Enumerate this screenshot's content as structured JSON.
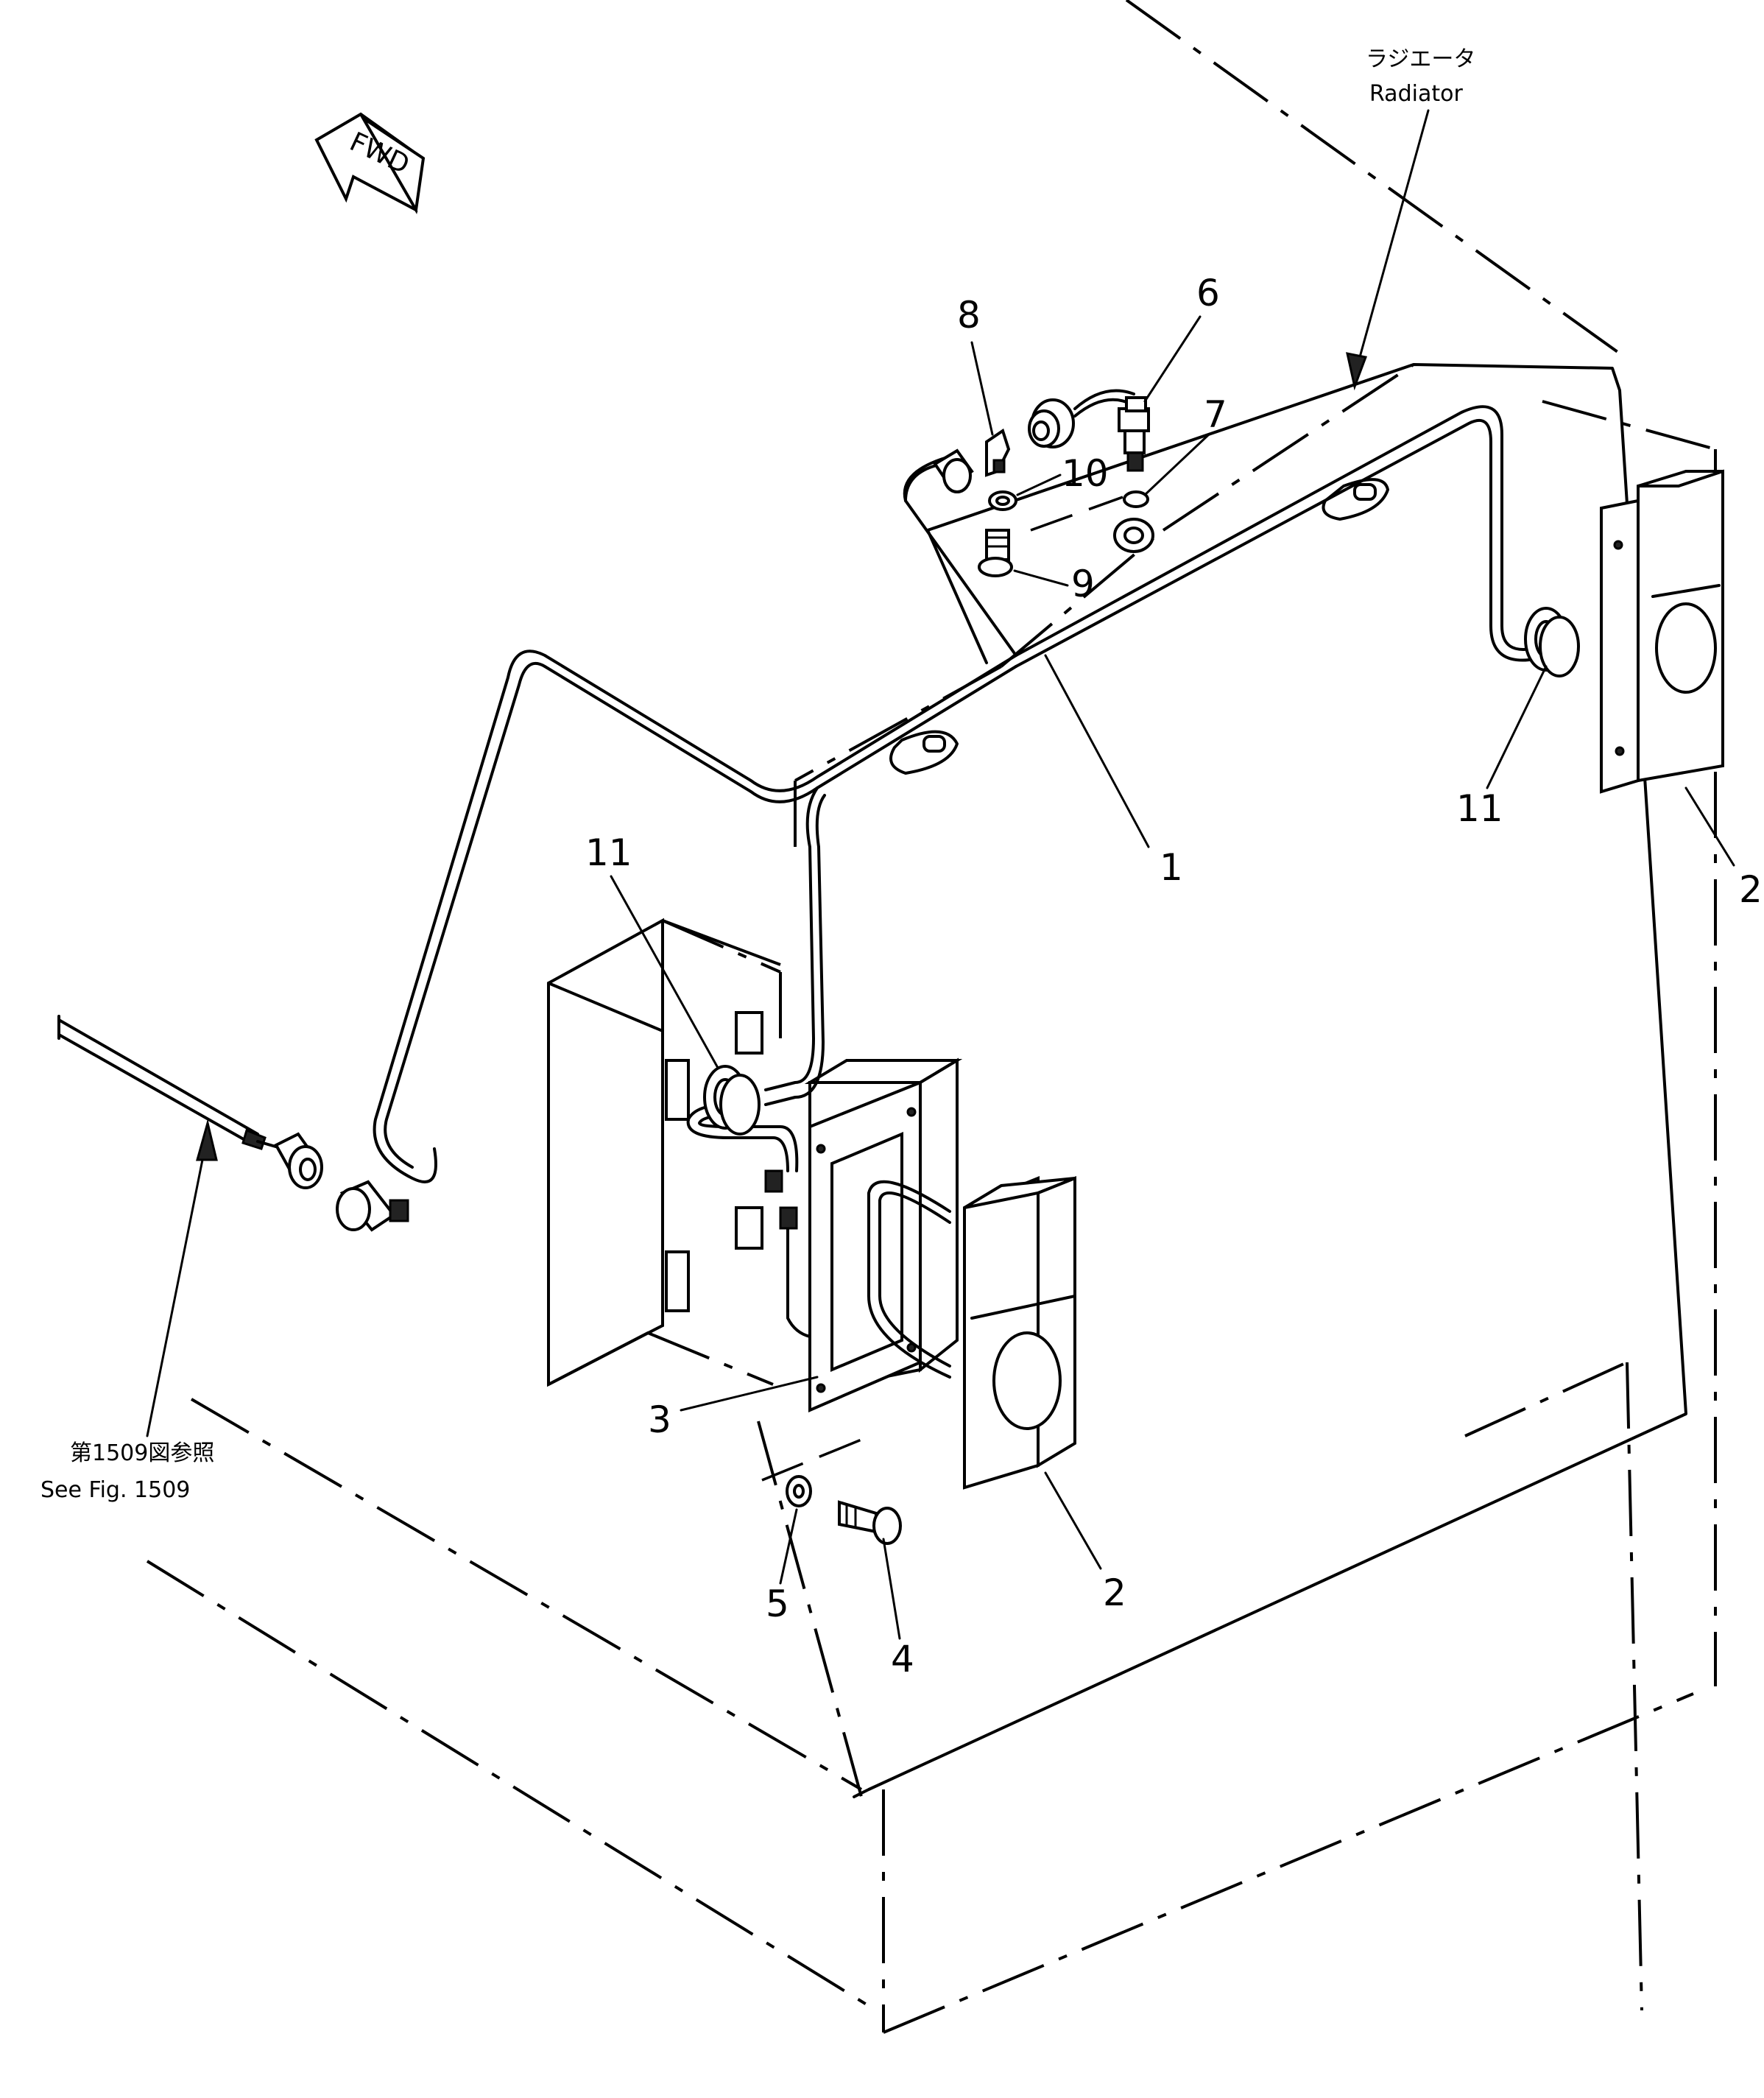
{
  "labels": {
    "fwd": "FWD",
    "radiator_jp": "ラジエータ",
    "radiator_en": "Radiator",
    "see_fig_jp": "第1509図参照",
    "see_fig_en": "See Fig. 1509"
  },
  "callouts": {
    "c1": "1",
    "c2a": "2",
    "c2b": "2",
    "c3": "3",
    "c4": "4",
    "c5": "5",
    "c6": "6",
    "c7": "7",
    "c8": "8",
    "c9": "9",
    "c10": "10",
    "c11a": "11",
    "c11b": "11"
  }
}
